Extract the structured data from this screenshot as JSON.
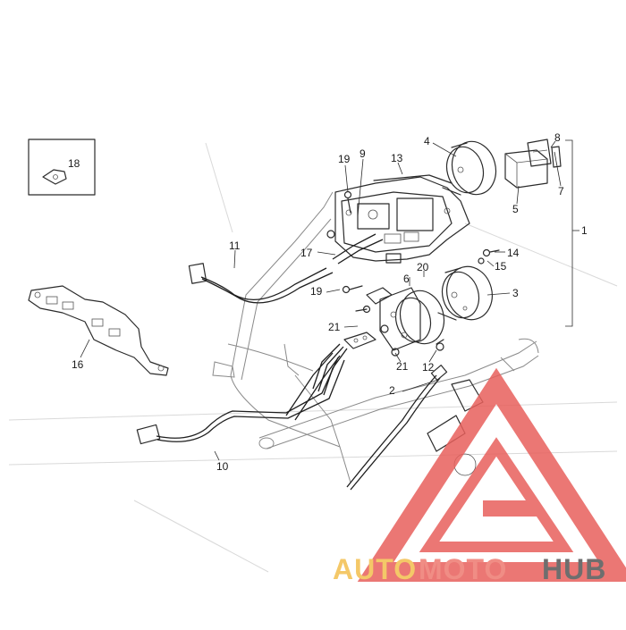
{
  "callouts": {
    "c1": "1",
    "c2": "2",
    "c3": "3",
    "c4": "4",
    "c5": "5",
    "c6": "6",
    "c7": "7",
    "c8": "8",
    "c9": "9",
    "c10": "10",
    "c11": "11",
    "c12": "12",
    "c13": "13",
    "c14": "14",
    "c15": "15",
    "c16": "16",
    "c17": "17",
    "c18": "18",
    "c19a": "19",
    "c19b": "19",
    "c20": "20",
    "c21a": "21",
    "c21b": "21"
  },
  "watermark": {
    "word_part1": "AUTO",
    "word_part2": "MOTO",
    "word_part3": "HUB",
    "colors": {
      "triangle": "#e8605c",
      "auto": "#f3bf4e",
      "moto": "#ee7a70",
      "hub": "#555555"
    }
  }
}
